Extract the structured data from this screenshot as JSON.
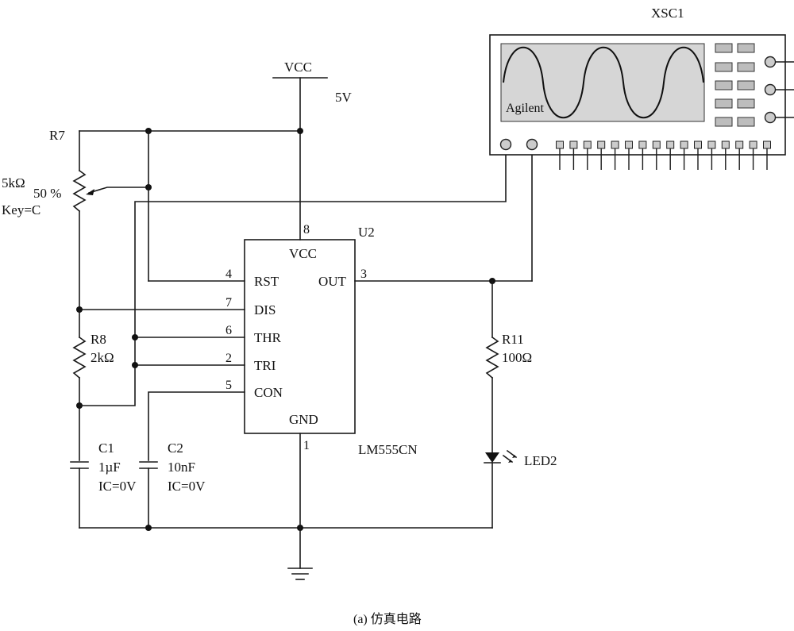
{
  "vcc": {
    "label": "VCC",
    "value": "5V"
  },
  "r7": {
    "ref": "R7",
    "value": "5kΩ",
    "setting": "50 %",
    "key": "Key=C"
  },
  "r8": {
    "ref": "R8",
    "value": "2kΩ"
  },
  "c1": {
    "ref": "C1",
    "value": "1µF",
    "ic": "IC=0V"
  },
  "c2": {
    "ref": "C2",
    "value": "10nF",
    "ic": "IC=0V"
  },
  "u2": {
    "ref": "U2",
    "part": "LM555CN",
    "pins": {
      "vcc": {
        "num": "8",
        "name": "VCC"
      },
      "rst": {
        "num": "4",
        "name": "RST"
      },
      "dis": {
        "num": "7",
        "name": "DIS"
      },
      "thr": {
        "num": "6",
        "name": "THR"
      },
      "tri": {
        "num": "2",
        "name": "TRI"
      },
      "con": {
        "num": "5",
        "name": "CON"
      },
      "gnd": {
        "num": "1",
        "name": "GND"
      },
      "out": {
        "num": "3",
        "name": "OUT"
      }
    }
  },
  "r11": {
    "ref": "R11",
    "value": "100Ω"
  },
  "led2": {
    "ref": "LED2"
  },
  "scope": {
    "ref": "XSC1",
    "brand": "Agilent"
  },
  "caption": "(a) 仿真电路"
}
